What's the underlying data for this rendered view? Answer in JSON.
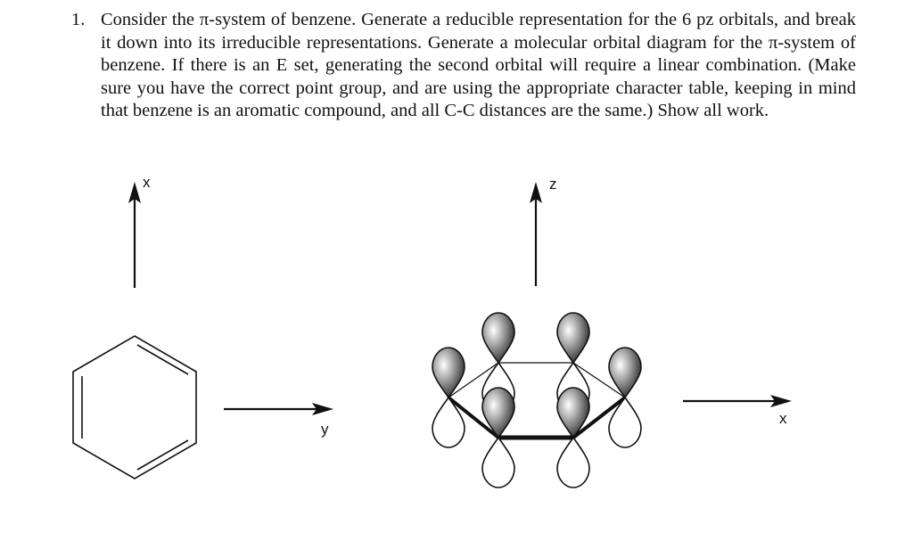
{
  "question": {
    "number": "1.",
    "text": "Consider the π-system of benzene. Generate a reducible representation for the 6 pz orbitals, and break it down into its irreducible representations. Generate a molecular orbital diagram for the π-system of benzene. If there is an E set, generating the second orbital will require a linear combination. (Make sure you have the correct point group, and are using the appropriate character table, keeping in mind that benzene is an aromatic compound, and all C-C distances are the same.) Show all work."
  },
  "figure_left": {
    "vertical_axis_label": "x",
    "horizontal_axis_label": "y"
  },
  "figure_right": {
    "vertical_axis_label": "z",
    "horizontal_axis_label": "x"
  }
}
